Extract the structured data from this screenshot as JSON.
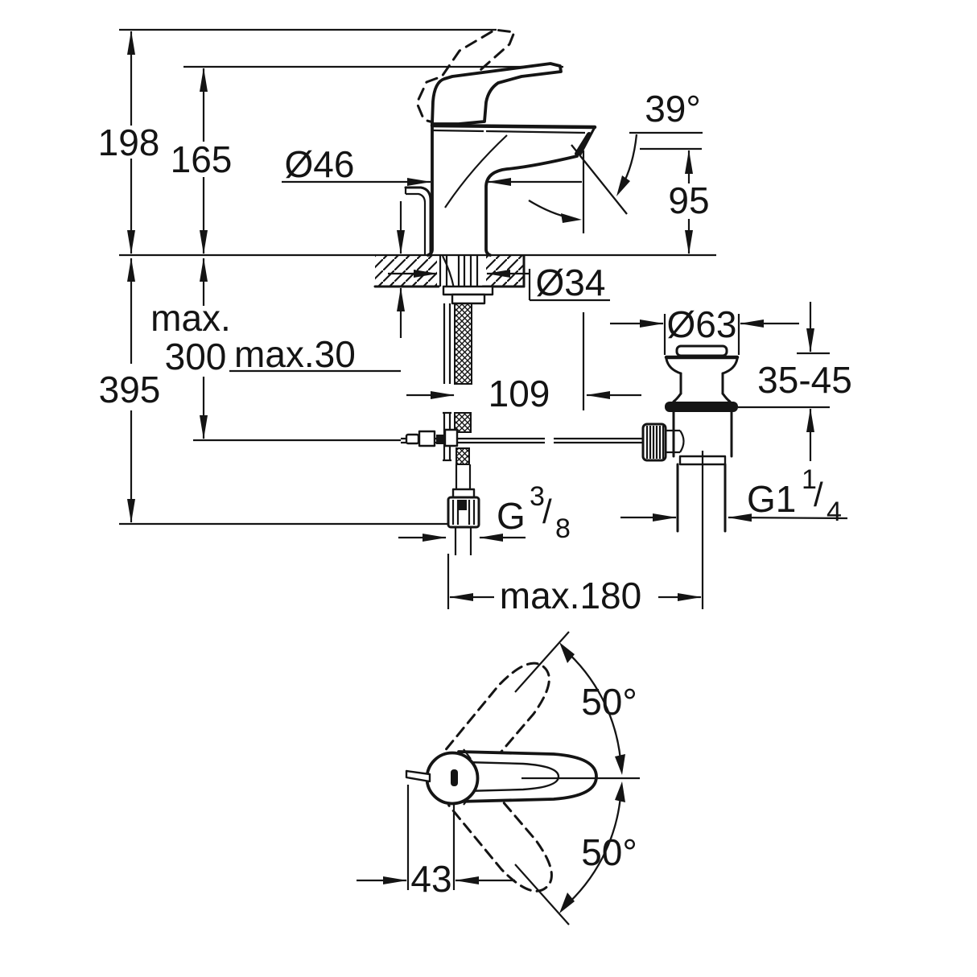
{
  "drawing": {
    "kind": "technical-dimension-drawing",
    "subject": "single-lever basin mixer with pop-up waste, side view and handle top view",
    "line_color": "#141414",
    "background_color": "#ffffff"
  },
  "dims": {
    "overall_height": "198",
    "lever_height": "165",
    "body_diameter": "Ø46",
    "spout_angle": "39°",
    "spout_height": "95",
    "mounting_hole_diameter": "Ø34",
    "hose_drop_max_line1": "max.",
    "hose_drop_max_line2": "300",
    "deck_thickness_max": "max.30",
    "supply_length": "395",
    "spout_reach": "109",
    "waste_flange_diameter": "Ø63",
    "deck_range": "35-45",
    "supply_thread": {
      "base": "G",
      "sup": "3",
      "slash": "/",
      "sub": "8"
    },
    "waste_thread": {
      "base": "G1",
      "sup": "1",
      "slash": "/",
      "sub": "4"
    },
    "max_spread": "max.180",
    "handle_swing_upper": "50°",
    "handle_swing_lower": "50°",
    "handle_offset": "43"
  }
}
